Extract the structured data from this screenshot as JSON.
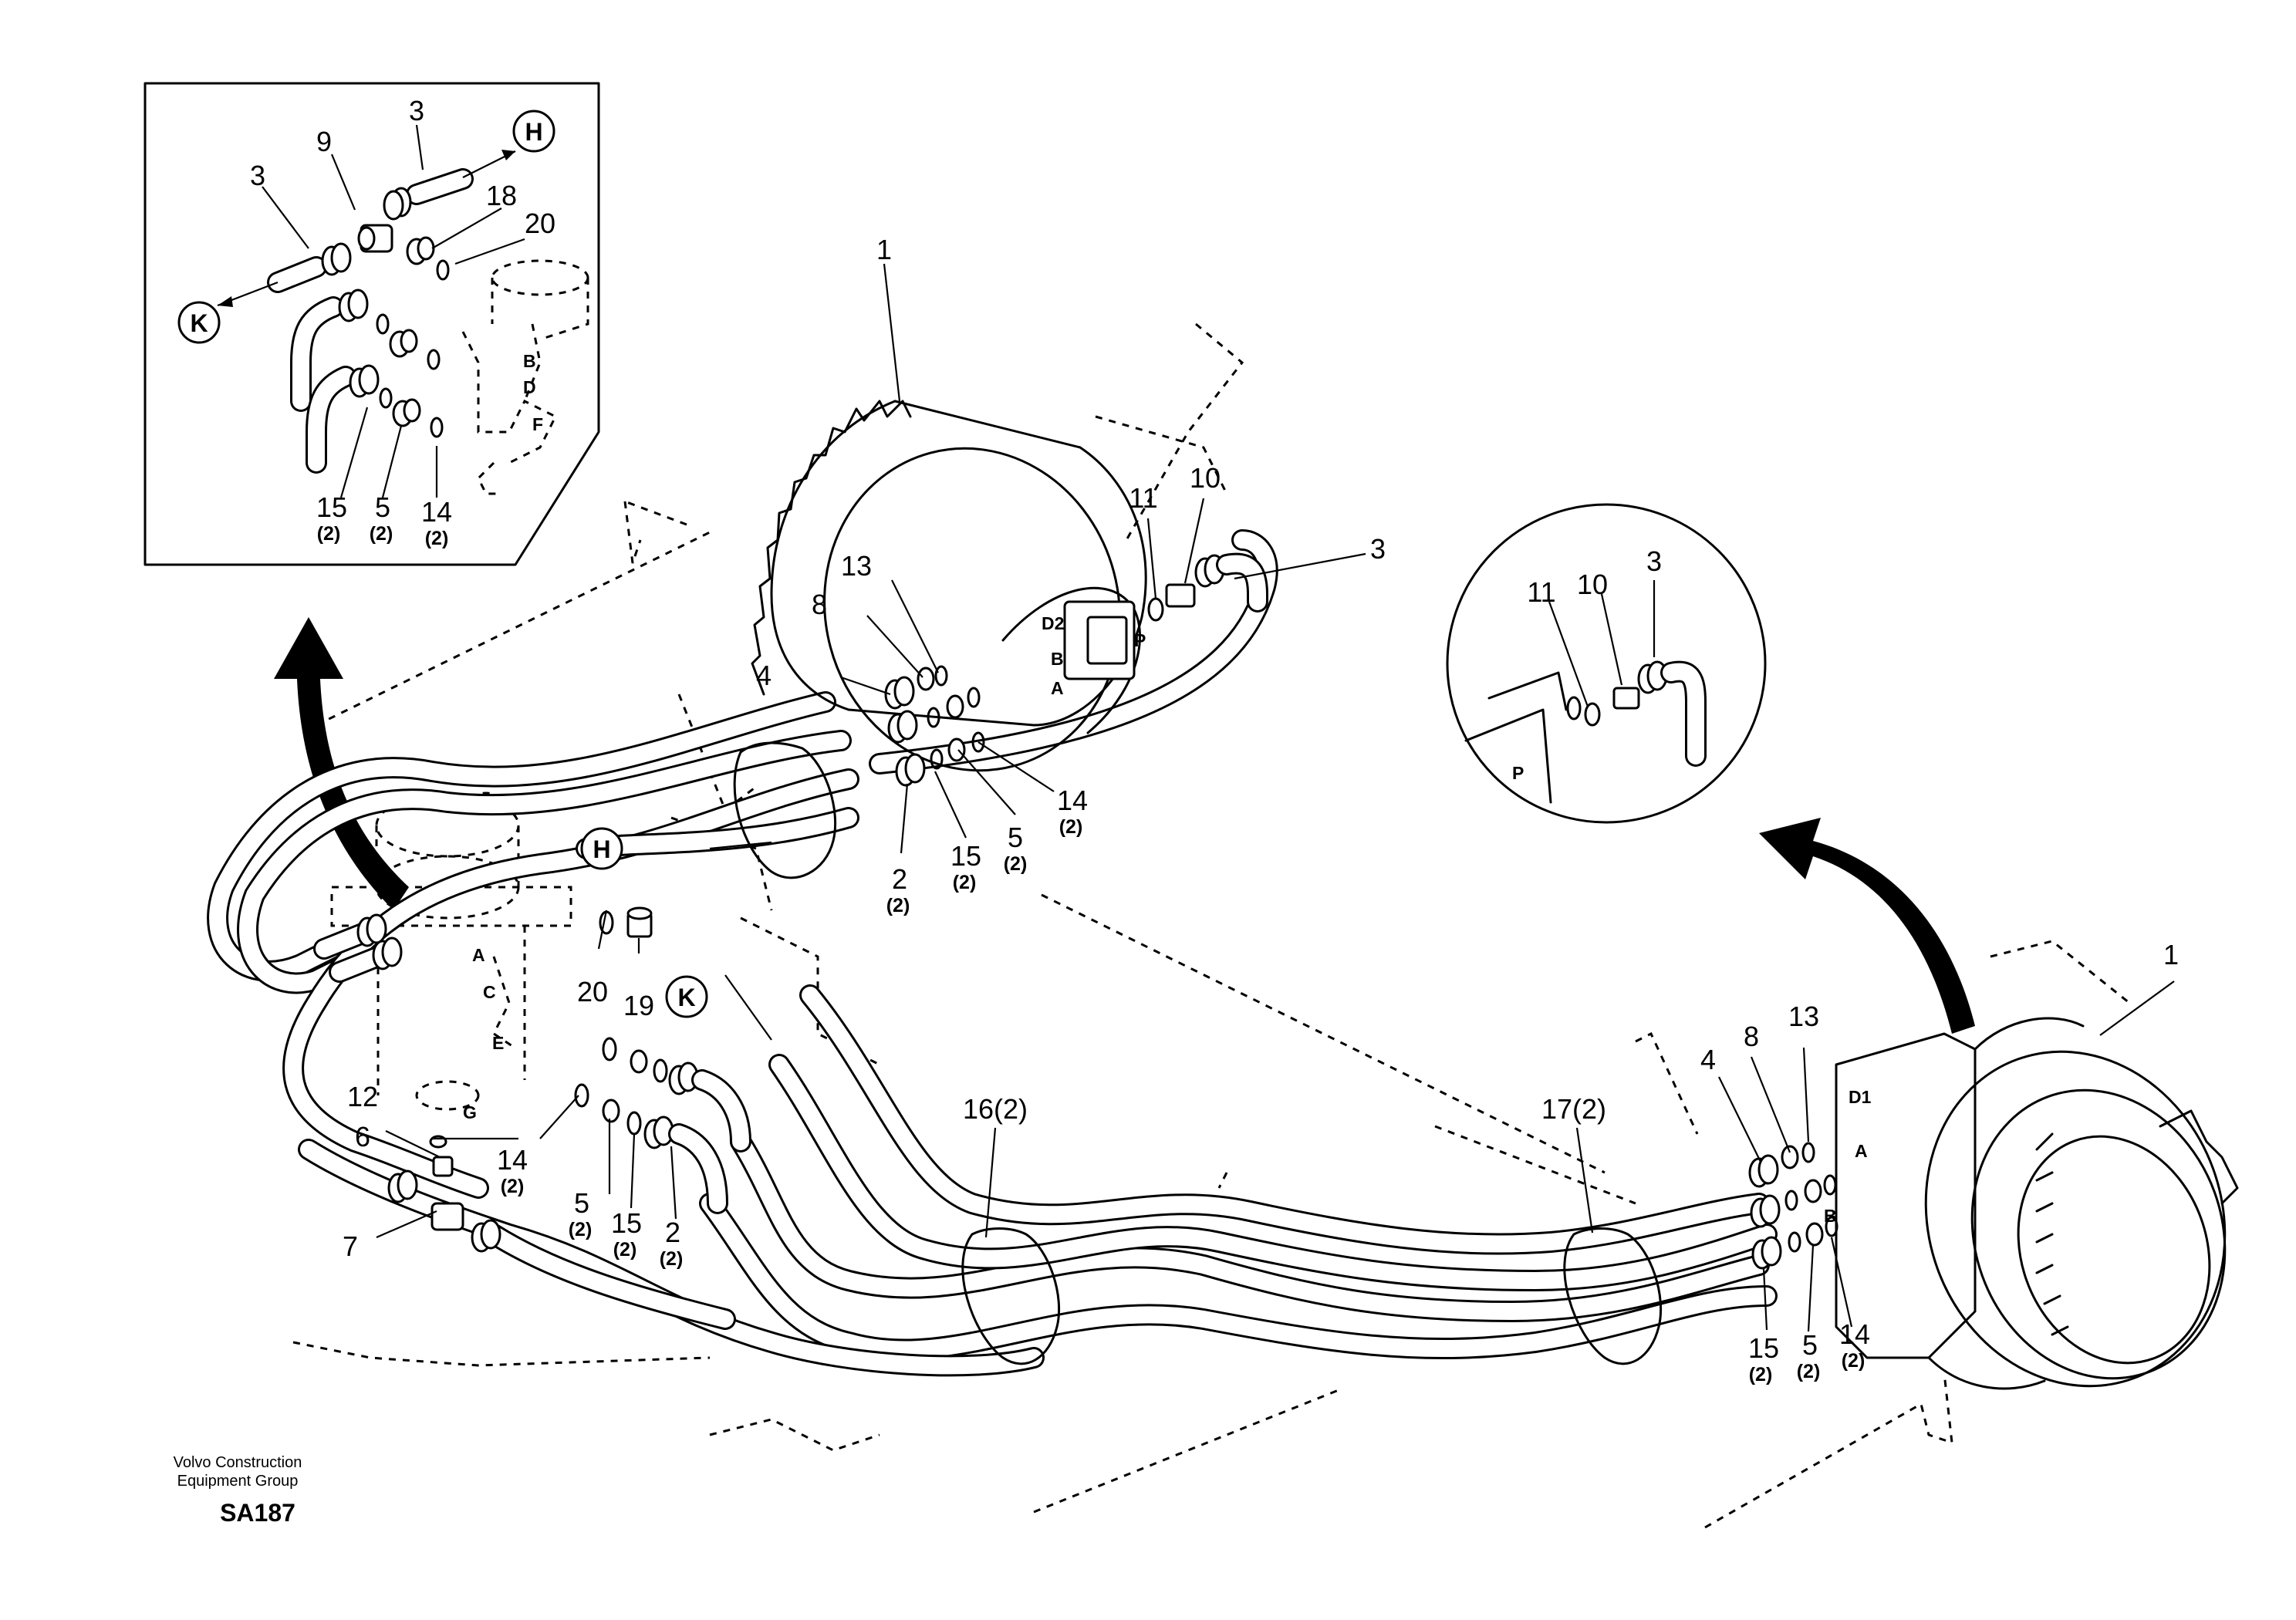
{
  "diagram": {
    "footer": {
      "company_line1": "Volvo Construction",
      "company_line2": "Equipment Group",
      "code": "SA187"
    },
    "qty_label": "(2)",
    "circle_refs": {
      "H": "H",
      "K": "K"
    },
    "port_letters": {
      "A": "A",
      "B": "B",
      "C": "C",
      "D": "D",
      "E": "E",
      "F": "F",
      "G": "G",
      "P": "P",
      "D1": "D1",
      "D2": "D2"
    },
    "parts": {
      "p1": "1",
      "p2": "2",
      "p3": "3",
      "p4": "4",
      "p5": "5",
      "p6": "6",
      "p7": "7",
      "p8": "8",
      "p9": "9",
      "p10": "10",
      "p11": "11",
      "p12": "12",
      "p13": "13",
      "p14": "14",
      "p15": "15",
      "p16": "16(2)",
      "p17": "17(2)",
      "p18": "18",
      "p19": "19",
      "p20": "20"
    }
  }
}
